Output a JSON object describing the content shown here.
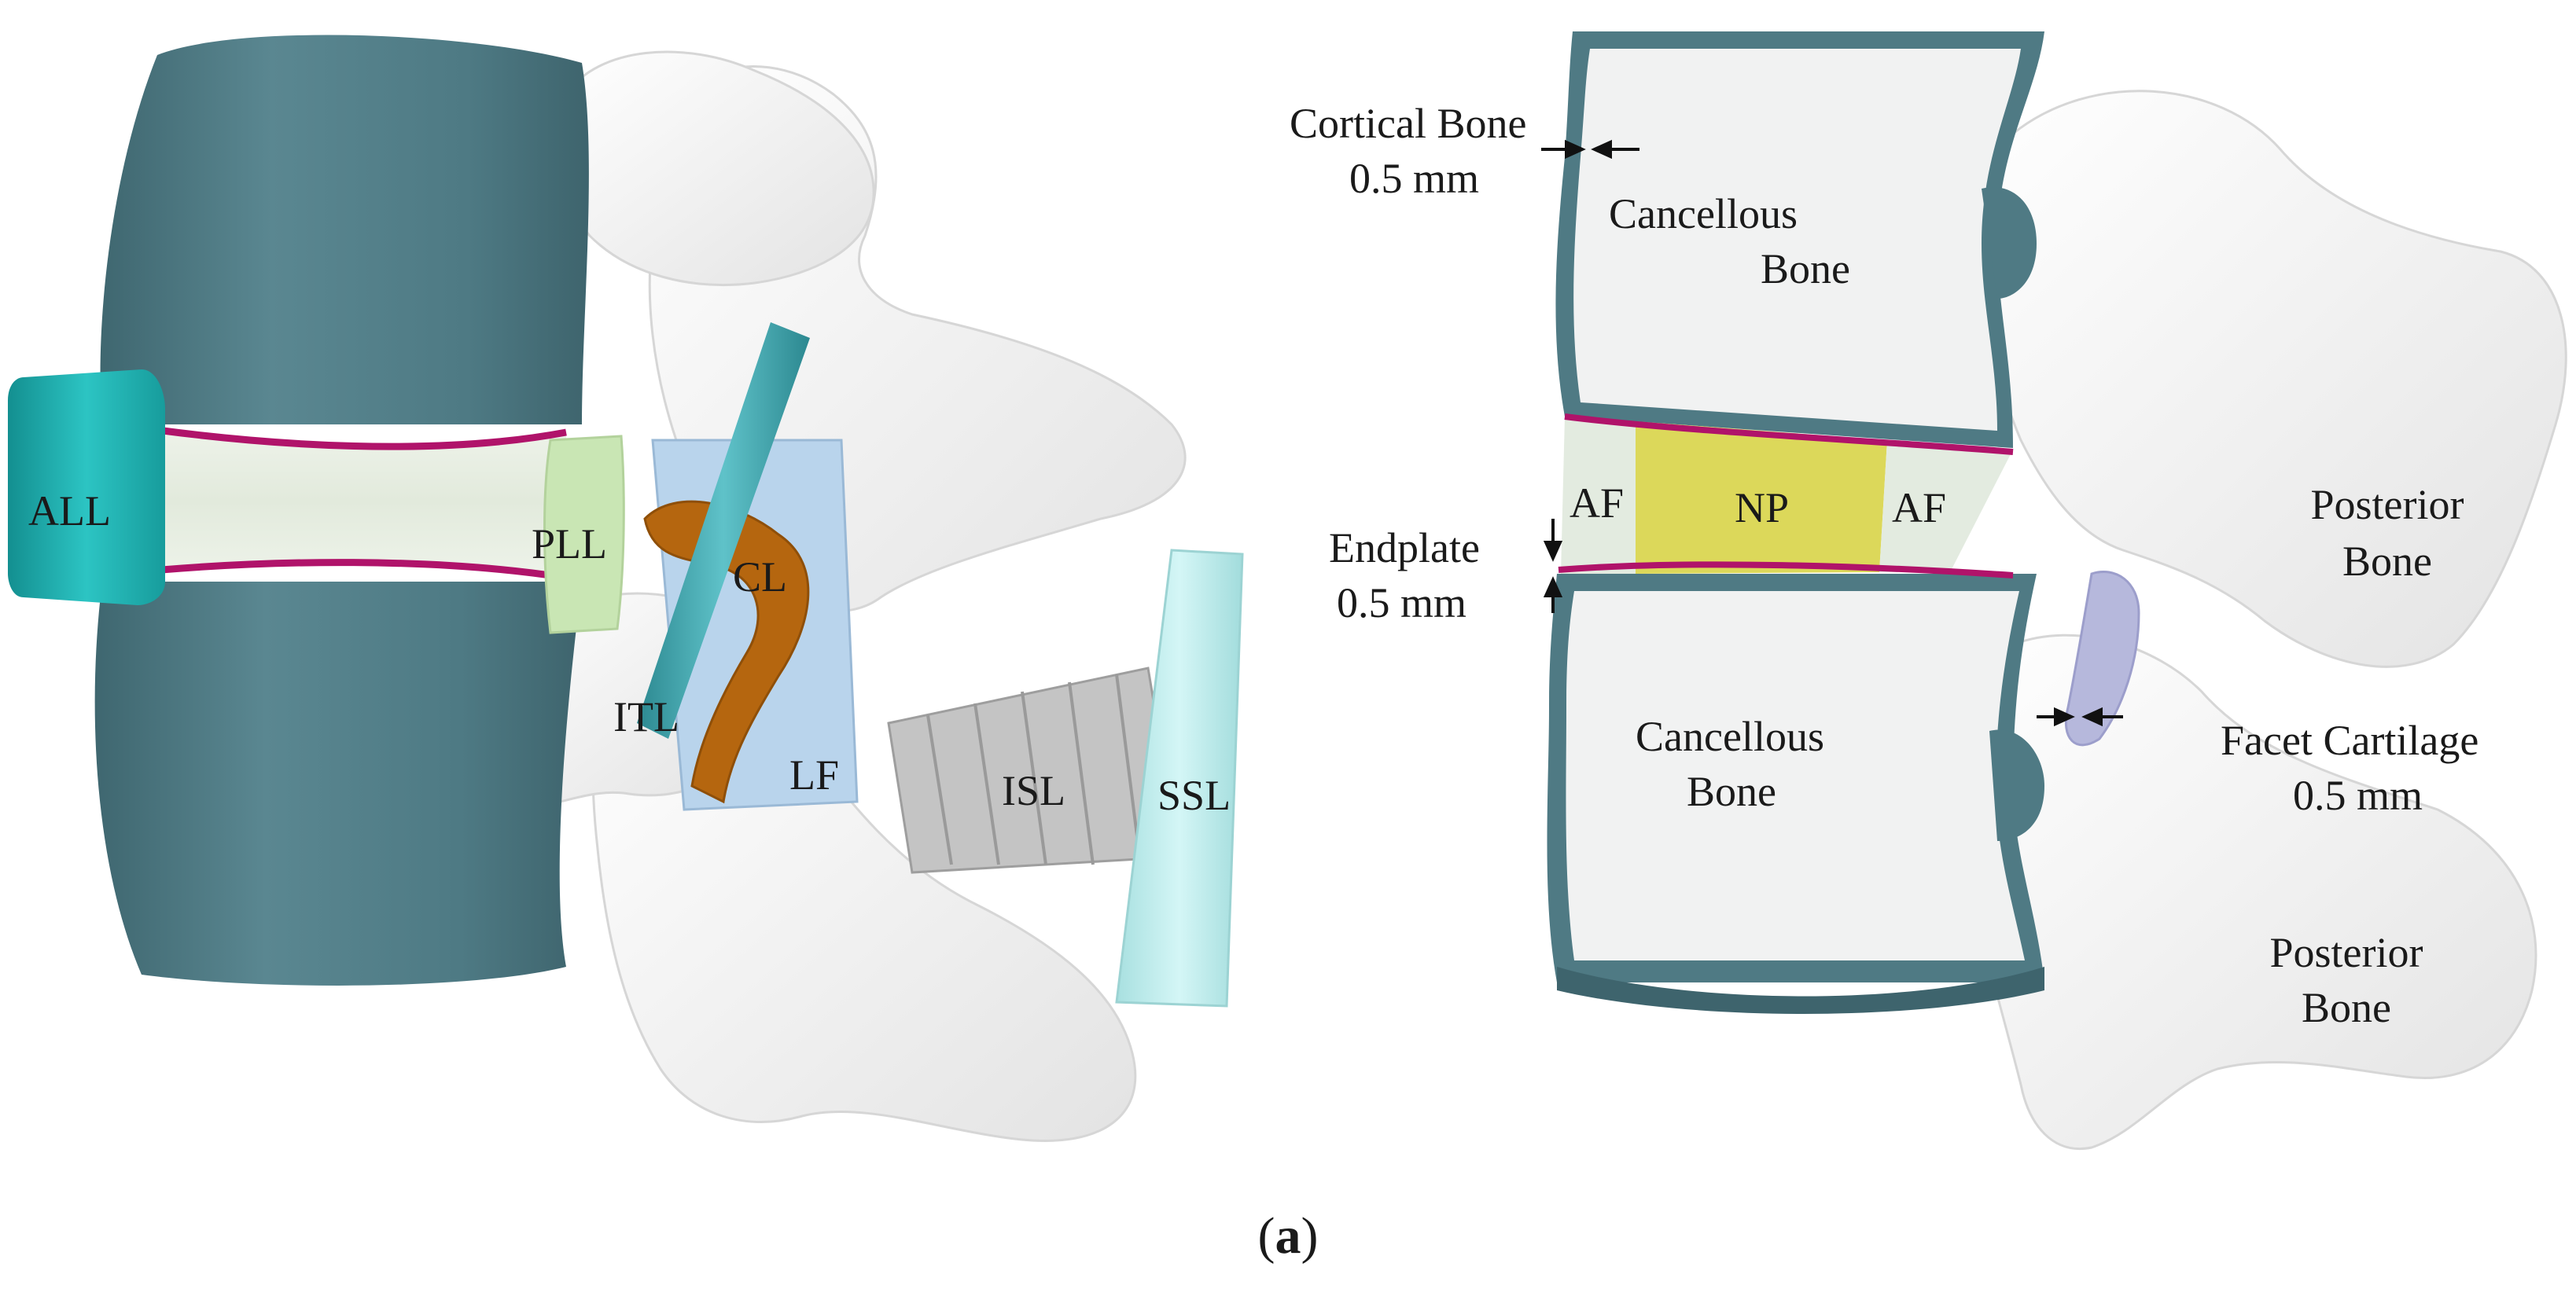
{
  "labels": {
    "all": "ALL",
    "pll": "PLL",
    "cl": "CL",
    "itl": "ITL",
    "lf": "LF",
    "isl": "ISL",
    "ssl": "SSL",
    "cortical_bone": "Cortical Bone",
    "cortical_thickness": "0.5 mm",
    "cancellous_upper_1": "Cancellous",
    "cancellous_upper_2": "Bone",
    "af_left": "AF",
    "np": "NP",
    "af_right": "AF",
    "endplate": "Endplate",
    "endplate_thickness": "0.5 mm",
    "cancellous_lower_1": "Cancellous",
    "cancellous_lower_2": "Bone",
    "posterior_upper_1": "Posterior",
    "posterior_upper_2": "Bone",
    "posterior_lower_1": "Posterior",
    "posterior_lower_2": "Bone",
    "facet_cartilage": "Facet Cartilage",
    "facet_thickness": "0.5 mm"
  },
  "caption": {
    "open": "(",
    "letter": "a",
    "close": ")"
  },
  "colors": {
    "vertebral_body": "#4f7a84",
    "vertebral_body_light": "#6a939d",
    "disc": "#e4ecdf",
    "endplate_line": "#b0136a",
    "all_ligament": "#1fb4b4",
    "pll_ligament": "#c9e6b4",
    "capsular_ligament": "#b5660f",
    "intertransverse_ligament": "#3aa0a8",
    "ligamentum_flavum": "#b9d4ec",
    "interspinous_ligament": "#bdbdbd",
    "supraspinous_ligament": "#bdeeee",
    "posterior_bone": "#f4f4f4",
    "cancellous_fill": "#f1f2f2",
    "nucleus_pulposus": "#dcd85a",
    "annulus_fibrosus": "#e3ebe0",
    "facet_cartilage": "#b6b8dc"
  }
}
